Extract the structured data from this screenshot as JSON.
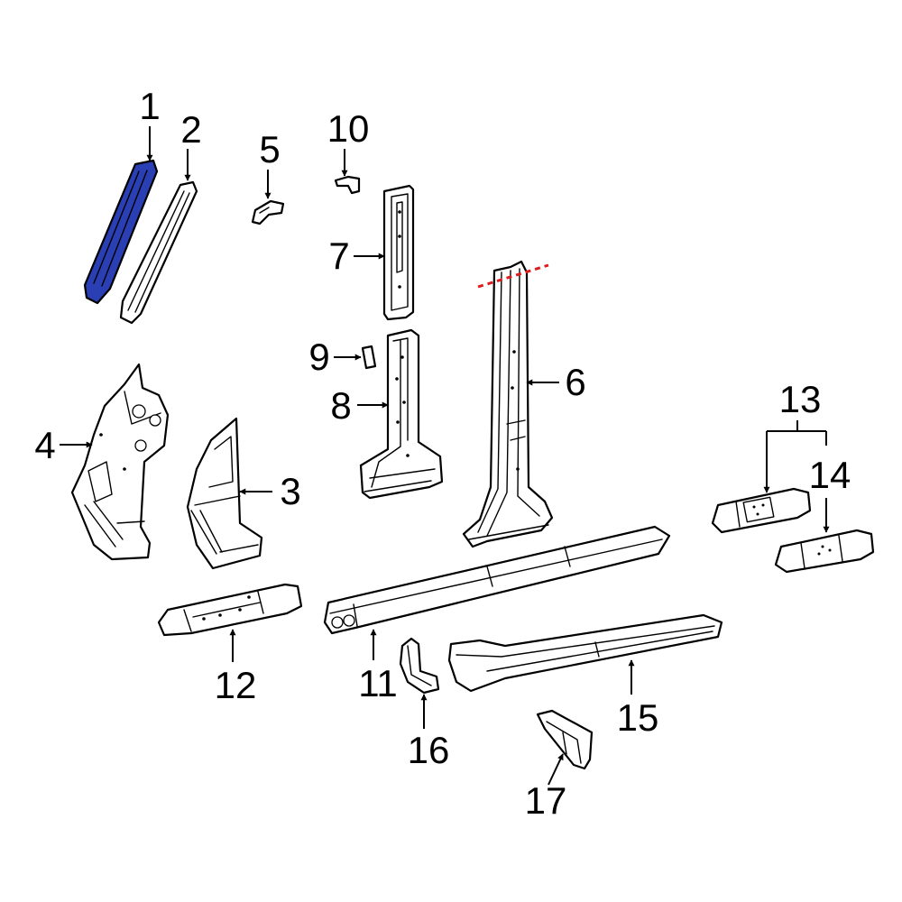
{
  "highlight_color": "#2b3fb5",
  "cut_line_color": "#e01b1b",
  "callouts": [
    {
      "id": "1",
      "label": "1"
    },
    {
      "id": "2",
      "label": "2"
    },
    {
      "id": "3",
      "label": "3"
    },
    {
      "id": "4",
      "label": "4"
    },
    {
      "id": "5",
      "label": "5"
    },
    {
      "id": "6",
      "label": "6"
    },
    {
      "id": "7",
      "label": "7"
    },
    {
      "id": "8",
      "label": "8"
    },
    {
      "id": "9",
      "label": "9"
    },
    {
      "id": "10",
      "label": "10"
    },
    {
      "id": "11",
      "label": "11"
    },
    {
      "id": "12",
      "label": "12"
    },
    {
      "id": "13",
      "label": "13"
    },
    {
      "id": "14",
      "label": "14"
    },
    {
      "id": "15",
      "label": "15"
    },
    {
      "id": "16",
      "label": "16"
    },
    {
      "id": "17",
      "label": "17"
    }
  ]
}
